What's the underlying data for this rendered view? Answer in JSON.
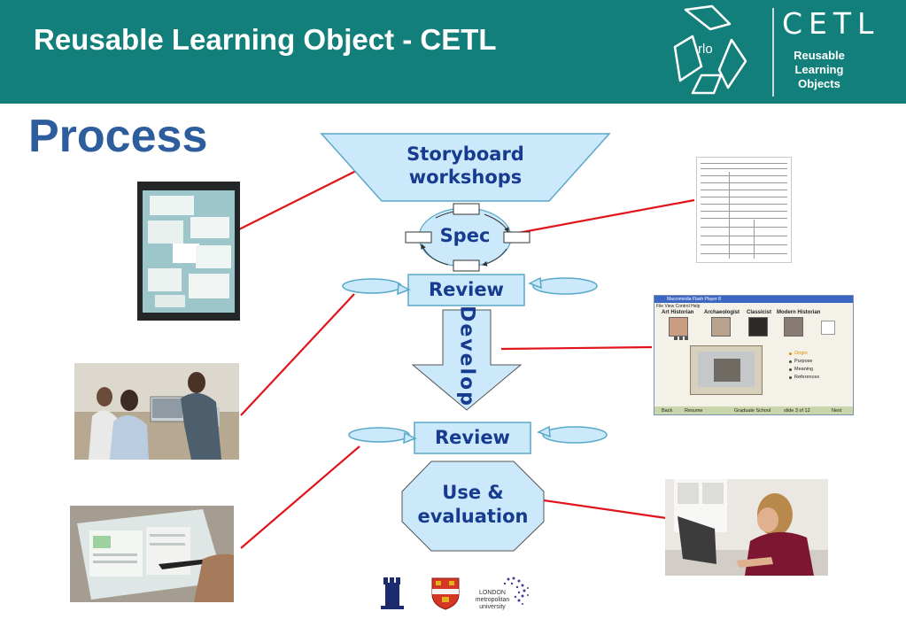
{
  "header": {
    "title": "Reusable Learning Object - CETL",
    "logo": {
      "rlo_text": "rlo",
      "cetl_text": "CETL",
      "lines": [
        "Reusable",
        "Learning",
        "Objects"
      ]
    }
  },
  "section_title": "Process",
  "diagram": {
    "storyboard": [
      "Storyboard",
      "workshops"
    ],
    "spec": "Spec",
    "review1": "Review",
    "develop": "Develop",
    "review2": "Review",
    "use": [
      "Use &",
      "evaluation"
    ]
  },
  "thumbnails": {
    "app_window": {
      "title": "Macromedia Flash Player 8",
      "menu": "File  View  Control  Help",
      "people": [
        "Art Historian",
        "Archaeologist",
        "Classicist",
        "Modern Historian"
      ],
      "menu_items": [
        "Origin",
        "Purpose",
        "Meaning",
        "References"
      ],
      "footer": {
        "back": "Back",
        "resume": "Resume",
        "place": "Graduate School",
        "slide": "slide 3 of 12",
        "next": "Next"
      }
    }
  },
  "universities": {
    "london_met": [
      "LONDON",
      "metropolitan",
      "university"
    ]
  },
  "colors": {
    "header": "#137f7a",
    "title": "#2d5d9c",
    "box_fill": "#cbe9fa",
    "box_stroke": "#5aa8c8",
    "label": "#163b8f",
    "connector": "#e1141b",
    "menu_active": "#e08a00"
  }
}
